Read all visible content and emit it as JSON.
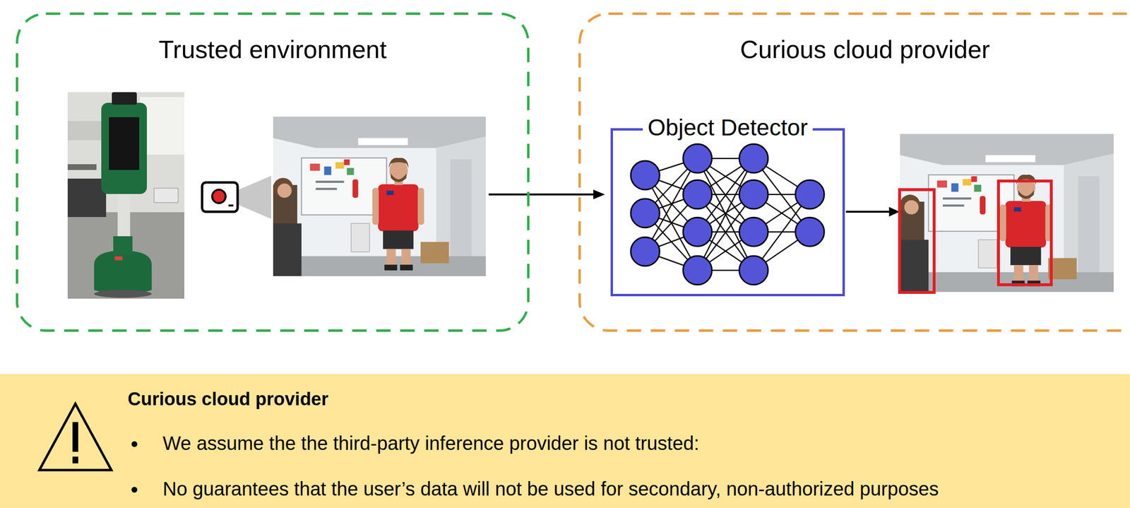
{
  "diagram": {
    "nodes": [
      {
        "text": [
          "Trusted environment"
        ]
      },
      {
        "text": [
          "Curious cloud provider"
        ]
      },
      {
        "text": [
          "Object Detector"
        ],
        "in": 1
      },
      {
        "text": [
          "Curious cloud provider",
          "We assume the the third-party inference provider is not trusted:",
          "No guarantees that the user’s data will not be used for secondary, non-authorized purposes"
        ]
      }
    ]
  }
}
